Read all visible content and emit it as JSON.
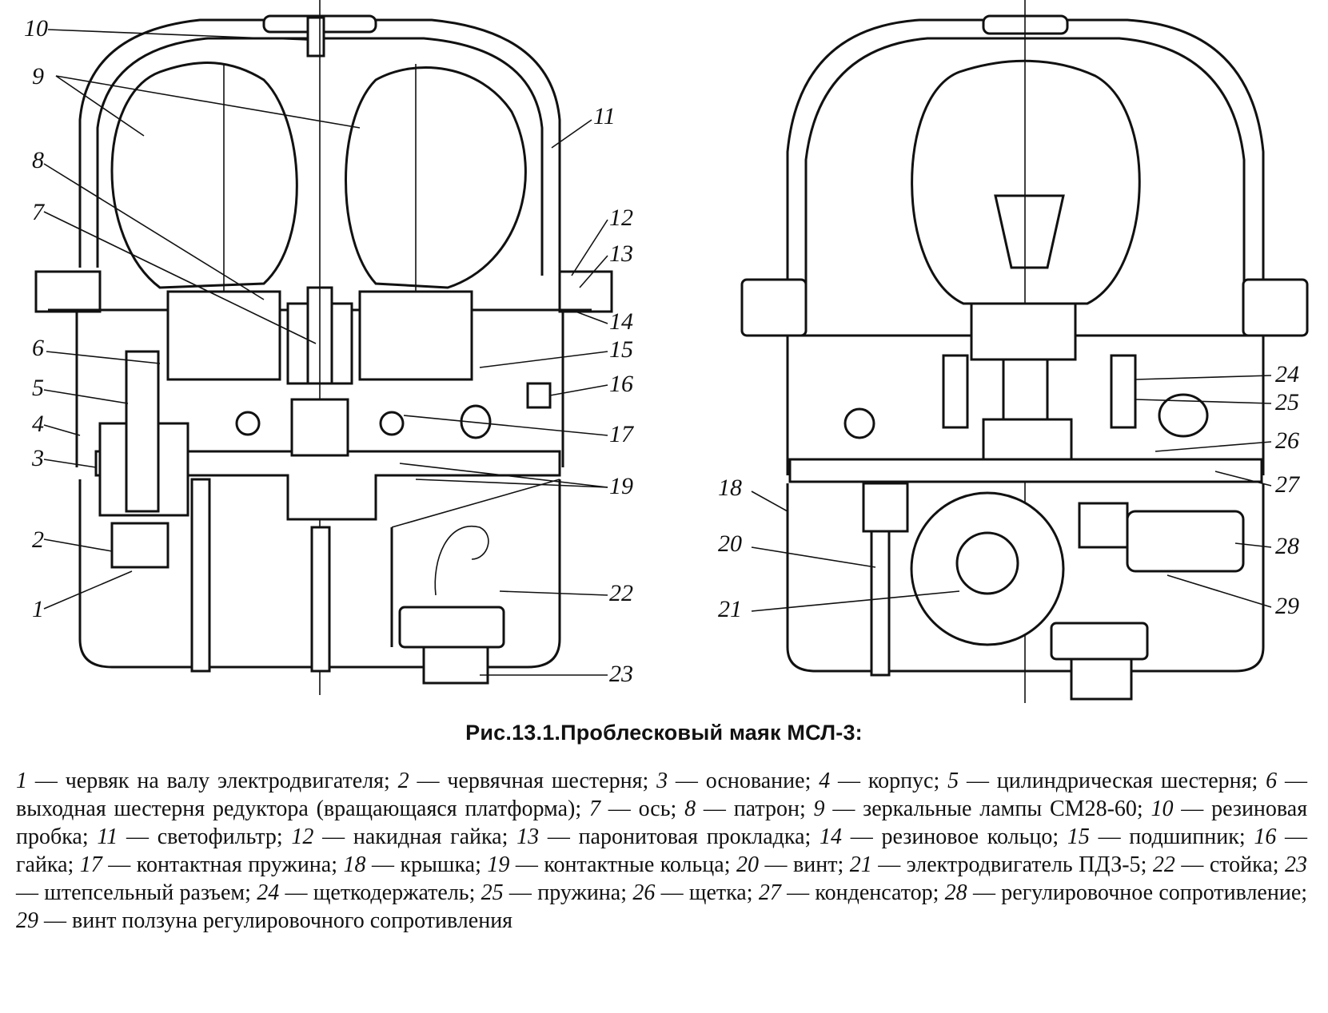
{
  "figure": {
    "left_labels": [
      "1",
      "2",
      "3",
      "4",
      "5",
      "6",
      "7",
      "8",
      "9",
      "10",
      "11",
      "12",
      "13",
      "14",
      "15",
      "16",
      "17",
      "19",
      "22",
      "23"
    ],
    "right_labels": [
      "18",
      "20",
      "21",
      "24",
      "25",
      "26",
      "27",
      "28",
      "29"
    ]
  },
  "caption": "Рис.13.1.Проблесковый маяк МСЛ-3:",
  "legend": [
    {
      "n": "1",
      "t": "червяк на валу электродвигателя"
    },
    {
      "n": "2",
      "t": "червячная шестерня"
    },
    {
      "n": "3",
      "t": "основание"
    },
    {
      "n": "4",
      "t": "корпус"
    },
    {
      "n": "5",
      "t": "цилиндрическая шестерня"
    },
    {
      "n": "6",
      "t": "выходная шестерня редуктора (вращающаяся платформа)"
    },
    {
      "n": "7",
      "t": "ось"
    },
    {
      "n": "8",
      "t": "патрон"
    },
    {
      "n": "9",
      "t": "зеркальные лампы СМ28-60"
    },
    {
      "n": "10",
      "t": "резиновая пробка"
    },
    {
      "n": "11",
      "t": "светофильтр"
    },
    {
      "n": "12",
      "t": "накидная гайка"
    },
    {
      "n": "13",
      "t": "паронитовая прокладка"
    },
    {
      "n": "14",
      "t": "резиновое кольцо"
    },
    {
      "n": "15",
      "t": "подшипник"
    },
    {
      "n": "16",
      "t": "гайка"
    },
    {
      "n": "17",
      "t": "контактная пружина"
    },
    {
      "n": "18",
      "t": "крышка"
    },
    {
      "n": "19",
      "t": "контактные кольца"
    },
    {
      "n": "20",
      "t": "винт"
    },
    {
      "n": "21",
      "t": "электродвигатель ПДЗ-5"
    },
    {
      "n": "22",
      "t": "стойка"
    },
    {
      "n": "23",
      "t": "штепсельный разъем"
    },
    {
      "n": "24",
      "t": "щеткодержатель"
    },
    {
      "n": "25",
      "t": "пружина"
    },
    {
      "n": "26",
      "t": "щетка"
    },
    {
      "n": "27",
      "t": "конденсатор"
    },
    {
      "n": "28",
      "t": "регулировочное сопротивление"
    },
    {
      "n": "29",
      "t": "винт ползуна регулировочного сопротивления"
    }
  ]
}
